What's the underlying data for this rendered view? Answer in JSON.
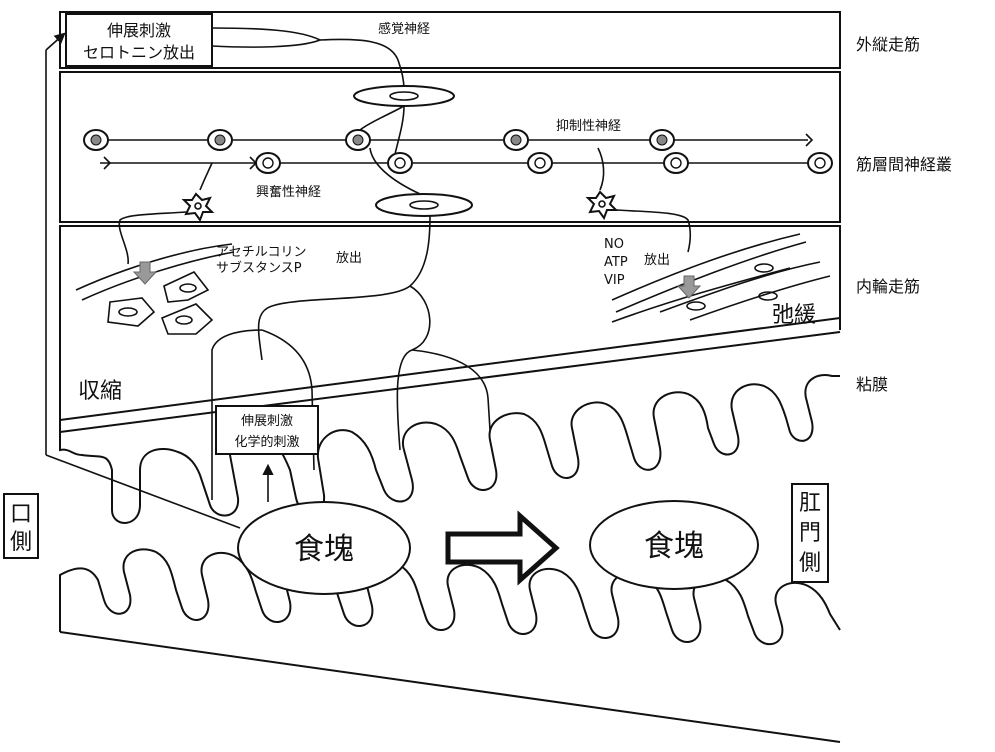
{
  "labels": {
    "outer_muscle": "外縦走筋",
    "plexus": "筋層間神経叢",
    "inner_muscle": "内輪走筋",
    "mucosa": "粘膜",
    "sensory_nerve": "感覚神経",
    "inhibitory_nerve": "抑制性神経",
    "excitatory_nerve": "興奮性神経",
    "stretch_box_line1": "伸展刺激",
    "stretch_box_line2": "セロトニン放出",
    "ach_line1": "アセチルコリン",
    "ach_line2": "サブスタンスP",
    "ach_release": "放出",
    "no_line1": "NO",
    "no_line2": "ATP",
    "no_line3": "VIP",
    "no_release": "放出",
    "contraction": "収縮",
    "relaxation": "弛緩",
    "stim_box_line1": "伸展刺激",
    "stim_box_line2": "化学的刺激",
    "bolus_left": "食塊",
    "bolus_right": "食塊",
    "oral_side": "口側",
    "anal_side": "肛門側"
  }
}
